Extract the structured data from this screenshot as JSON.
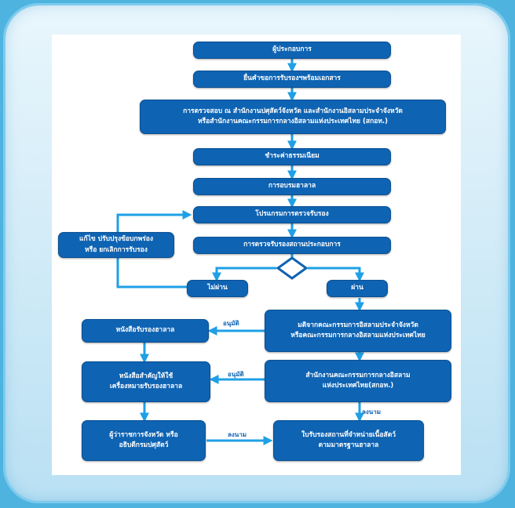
{
  "colors": {
    "box": "#0e63b3",
    "connector": "#1ea0e6",
    "frame": "#4fb3df"
  },
  "nodes": {
    "operator": "ผู้ประกอบการ",
    "submit": "ยื่นคำขอการรับรองฯพร้อมเอกสาร",
    "inspect_line1": "การตรวจสอบ ณ สำนักงานปศุสัตว์จังหวัด และสำนักงานอิสลามประจำจังหวัด",
    "inspect_line2": "หรือสำนักงานคณะกรรมการกลางอิสลามแห่งประเทศไทย (สกอท.)",
    "pay_fee": "ชำระค่าธรรมเนียม",
    "halal_training": "การอบรมฮาลาล",
    "cert_program": "โปรแกรมการตรวจรับรอง",
    "fix_line1": "แก้ไข ปรับปรุงข้อบกพร่อง",
    "fix_line2": "หรือ ยกเลิกการรับรอง",
    "premises_check": "การตรวจรับรองสถานประกอบการ",
    "fail": "ไม่ผ่าน",
    "pass": "ผ่าน",
    "committee_line1": "มติจากคณะกรรมการอิสลามประจำจังหวัด",
    "committee_line2": "หรือคณะกรรมการกลางอิสลามแห่งประเทศไทย",
    "halal_cert": "หนังสือรับรองฮาลาล",
    "office_line1": "สำนักงานคณะกรรมการกลางอิสลาม",
    "office_line2": "แห่งประเทศไทย(สกอท.)",
    "permit_line1": "หนังสือสำคัญให้ใช้",
    "permit_line2": "เครื่องหมายรับรองฮาลาล",
    "governor_line1": "ผู้ว่าราชการจังหวัด หรือ",
    "governor_line2": "อธิบดีกรมปศุสัตว์",
    "license_line1": "ใบรับรองสถานที่จำหน่ายเนื้อสัตว์",
    "license_line2": "ตามมาตรฐานฮาลาล"
  },
  "edge_labels": {
    "approve_1": "อนุมัติ",
    "approve_2": "อนุมัติ",
    "sign_1": "ลงนาม",
    "sign_2": "ลงนาม"
  }
}
